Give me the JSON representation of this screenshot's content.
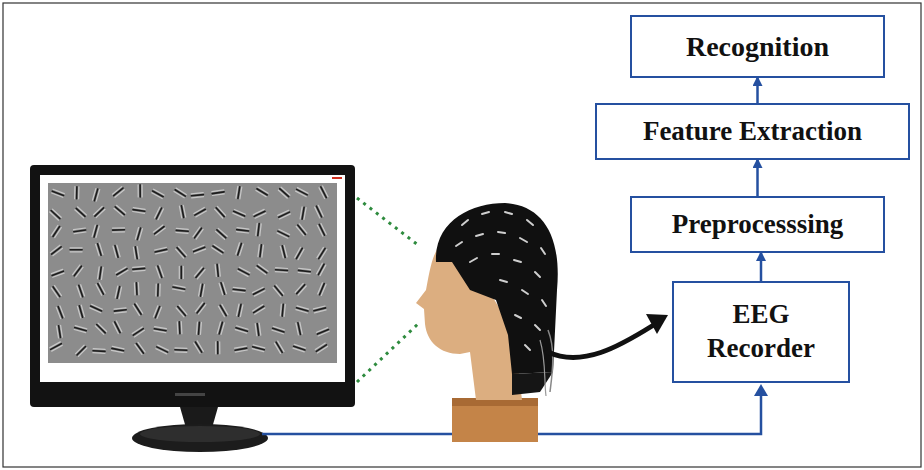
{
  "diagram": {
    "nodes": [
      {
        "text": [
          "Recognition"
        ]
      },
      {
        "text": [
          "Feature Extraction"
        ]
      },
      {
        "text": [
          "Preprocesssing"
        ]
      },
      {
        "text": [
          "EEG Recorder"
        ]
      }
    ],
    "edges": [
      {
        "from": 3,
        "to": 2,
        "arrow": "to"
      },
      {
        "from": 2,
        "to": 1,
        "arrow": "to"
      },
      {
        "from": 1,
        "to": 0,
        "arrow": "to"
      }
    ]
  }
}
